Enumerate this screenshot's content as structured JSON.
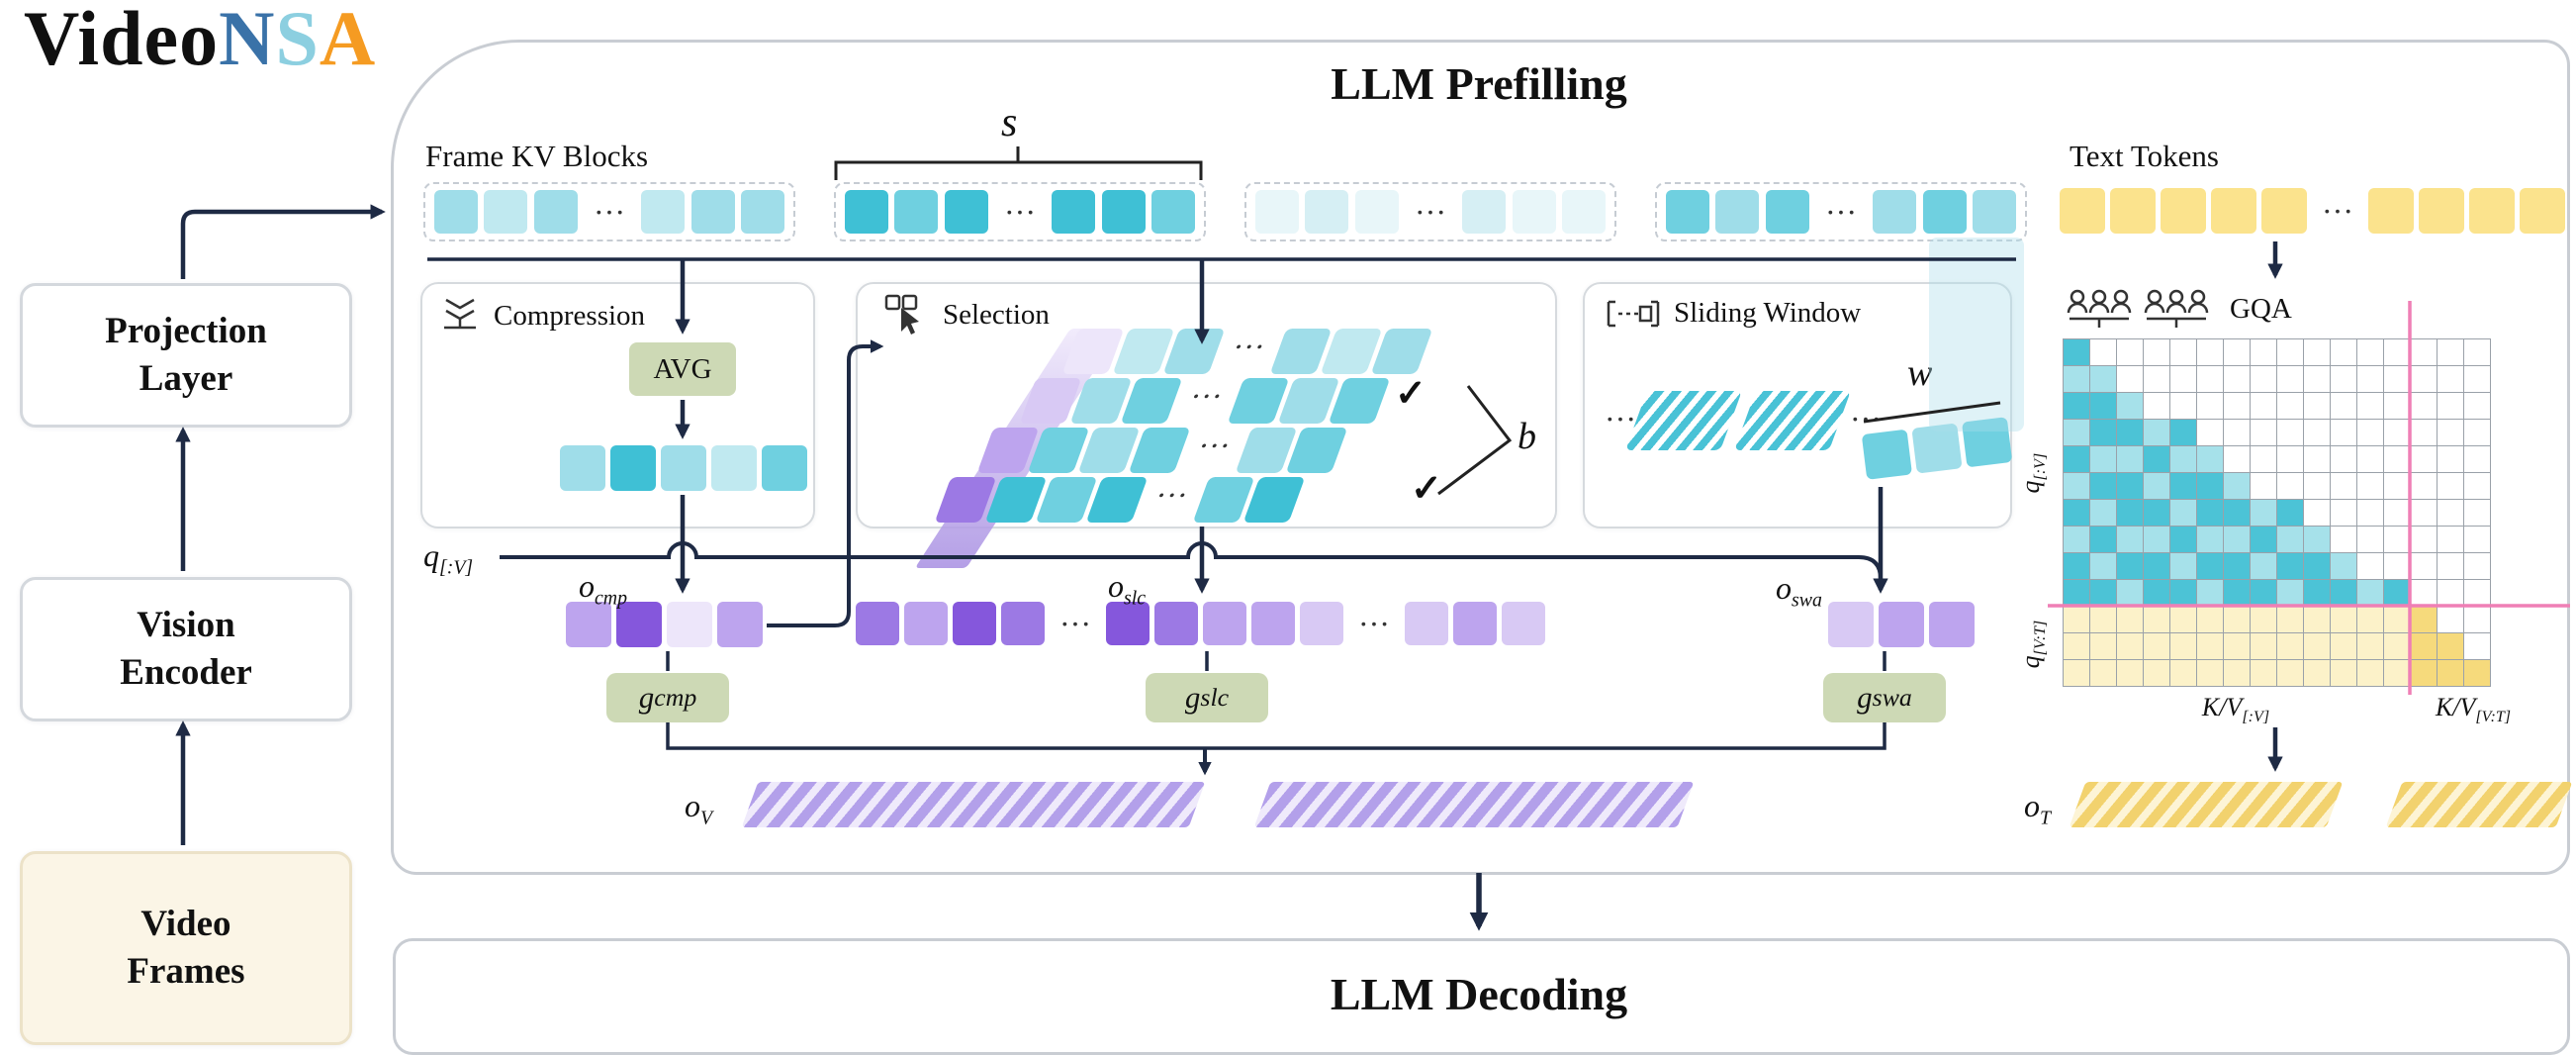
{
  "palette": {
    "t0": "#e8f6f9",
    "t05": "#d6eff4",
    "t1": "#c0e9f0",
    "t2": "#9fdde9",
    "t3": "#6fd0e0",
    "t4": "#3fc0d5",
    "y": "#fbe38d",
    "p0": "#ede6fa",
    "p1": "#d8c9f4",
    "p2": "#bda4ee",
    "p3": "#9c79e4",
    "p4": "#8557dc",
    "navy": "#1e2a44",
    "pink": "#ef7fb5",
    "sage": "#cdd9b5",
    "cream": "#fbf5e6",
    "logo_blue": "#3a72a8",
    "logo_cyan": "#8ccfe0",
    "logo_orange": "#f59b22",
    "matrix_teal_dark": "#4cc3d6",
    "matrix_teal_light": "#a6e1ea",
    "matrix_yellow": "#f6da7c",
    "matrix_pale_yellow": "#fcf2c9"
  },
  "logo": {
    "video": "Video",
    "n": "N",
    "s": "S",
    "a": "A"
  },
  "left": {
    "projection1": "Projection",
    "projection2": "Layer",
    "vision1": "Vision",
    "vision2": "Encoder",
    "video1": "Video",
    "video2": "Frames"
  },
  "ellipsis": "···",
  "prefill": {
    "title": "LLM Prefilling",
    "frame_kv_label": "Frame KV Blocks",
    "text_tokens_label": "Text Tokens",
    "s": "s",
    "compression": {
      "title": "Compression",
      "avg": "AVG"
    },
    "selection": {
      "title": "Selection",
      "check": "✓",
      "b": "b"
    },
    "sliding": {
      "title": "Sliding Window",
      "w": "w"
    }
  },
  "vars": {
    "q": "q",
    "q_sub": "[:V]",
    "o": "o",
    "g": "g",
    "cmp": "cmp",
    "slc": "slc",
    "swa": "swa",
    "v": "V",
    "t": "T"
  },
  "gqa": {
    "title": "GQA",
    "q_top": "q",
    "q_top_sub": "[:V]",
    "q_bottom": "q",
    "q_bottom_sub": "[V:T]",
    "kv": "K/V",
    "kv_left_sub": "[:V]",
    "kv_right_sub": "[V:T]"
  },
  "decoding": {
    "title": "LLM Decoding"
  },
  "tokens": {
    "frame_kv_groups": [
      [
        [
          "t2",
          "t1",
          "t2"
        ],
        "dots",
        [
          "t1",
          "t2",
          "t2"
        ]
      ],
      [
        [
          "t4",
          "t3",
          "t4"
        ],
        "dots",
        [
          "t4",
          "t4",
          "t3"
        ]
      ],
      [
        [
          "t0",
          "t05",
          "t0"
        ],
        "dots",
        [
          "t05",
          "t0",
          "t0"
        ]
      ],
      [
        [
          "t3",
          "t2",
          "t3"
        ],
        "dots",
        [
          "t2",
          "t3",
          "t2"
        ]
      ]
    ],
    "text_tokens": [
      [
        "y",
        "y",
        "y",
        "y",
        "y"
      ],
      "dots",
      [
        "y",
        "y",
        "y",
        "y"
      ]
    ],
    "compressed_row": [
      [
        "t2",
        "t4",
        "t2",
        "t1",
        "t3"
      ]
    ],
    "o_cmp_row": [
      [
        "p2",
        "p4",
        "p0",
        "p2"
      ]
    ],
    "o_slc_row": [
      [
        "p3",
        "p2",
        "p4",
        "p3"
      ],
      "dots",
      [
        "p4",
        "p3",
        "p2",
        "p2",
        "p1"
      ],
      "dots",
      [
        "p1",
        "p2",
        "p1"
      ]
    ],
    "o_swa_row": [
      [
        "p1",
        "p2",
        "p2"
      ]
    ],
    "swa_window_row": [
      [
        "t3",
        "t2",
        "t3"
      ]
    ],
    "selection_planes": [
      {
        "lead": "p0",
        "segs": [
          [
            "t1",
            "t2"
          ],
          "dots",
          [
            "t2",
            "t1",
            "t2"
          ]
        ]
      },
      {
        "lead": "p1",
        "segs": [
          [
            "t2",
            "t3"
          ],
          "dots",
          [
            "t3",
            "t2",
            "t3"
          ]
        ]
      },
      {
        "lead": "p2",
        "segs": [
          [
            "t3",
            "t2",
            "t3"
          ],
          "dots",
          [
            "t2",
            "t3"
          ]
        ]
      },
      {
        "lead": "p3",
        "segs": [
          [
            "t4",
            "t3",
            "t4"
          ],
          "dots",
          [
            "t3",
            "t4"
          ]
        ]
      }
    ],
    "matrix": {
      "pattern": [
        "T...............",
        "TT..............",
        "TTT.............",
        "TTTTT...........",
        "TTTTTT..........",
        "TTTTTTT.........",
        "TTTTTTTTT.......",
        "TTTTTTTTTT......",
        "TTTTTTTTTTT.....",
        "TTTTTTTTTTTTT...",
        "yyyyyyyyyyyyyY..",
        "yyyyyyyyyyyyyYY.",
        "yyyyyyyyyyyyyYYY"
      ]
    }
  }
}
